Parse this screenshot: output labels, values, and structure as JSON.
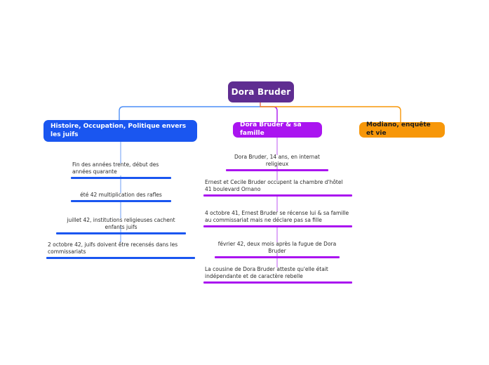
{
  "mindmap": {
    "root": {
      "label": "Dora Bruder",
      "color": "#5f2d91"
    },
    "branches": [
      {
        "id": "histoire",
        "label": "Histoire, Occupation, Politique envers les juifs",
        "color": "#1a56f0",
        "text_color": "#ffffff",
        "children": [
          {
            "label": "Fin des années trente, début des années quarante"
          },
          {
            "label": "été 42 multiplication des rafles"
          },
          {
            "label": "juillet 42, institutions religieuses cachent enfants juifs"
          },
          {
            "label": "2 octobre 42, juifs doivent être recensés dans les commissariats"
          }
        ]
      },
      {
        "id": "famille",
        "label": "Dora Bruder & sa famille",
        "color": "#aa14f0",
        "text_color": "#ffffff",
        "children": [
          {
            "label": "Dora Bruder, 14 ans, en internat religieux"
          },
          {
            "label": "Ernest et Cecile Bruder occupent la chambre d'hôtel 41 boulevard Ornano"
          },
          {
            "label": "4 octobre 41, Ernest Bruder se récense lui & sa famille au commissariat mais ne déclare pas sa fille"
          },
          {
            "label": "février 42, deux mois après la fugue de Dora Bruder"
          },
          {
            "label": "La cousine de Dora Bruder atteste qu'elle était indépendante et de caractère rebelle"
          }
        ]
      },
      {
        "id": "modiano",
        "label": "Modiano, enquête et vie",
        "color": "#f79709",
        "text_color": "#1c1c1c",
        "children": []
      }
    ]
  }
}
